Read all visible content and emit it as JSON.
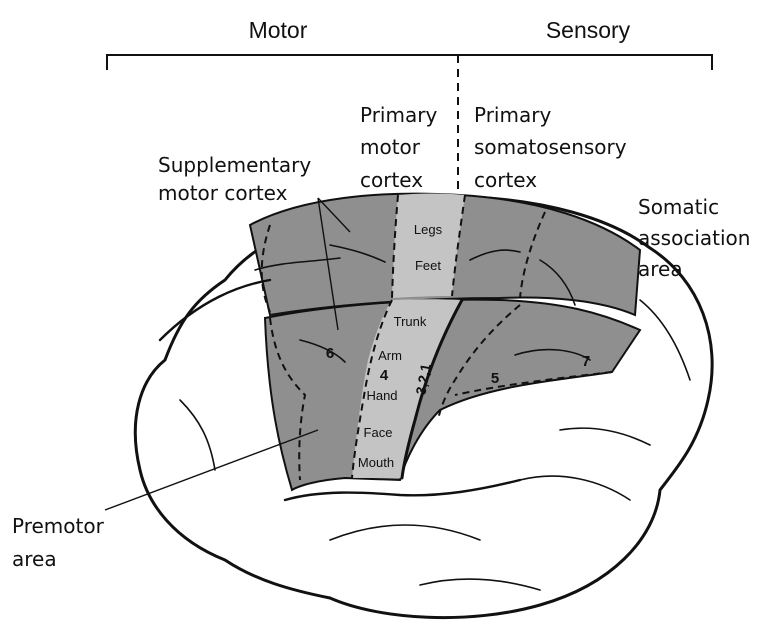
{
  "headers": {
    "motor": "Motor",
    "sensory": "Sensory"
  },
  "labels": {
    "supplementary": [
      "Supplementary",
      "motor cortex"
    ],
    "primary_motor": [
      "Primary",
      "motor",
      "cortex"
    ],
    "primary_somatosensory": [
      "Primary",
      "somatosensory",
      "cortex"
    ],
    "somatic_association": [
      "Somatic",
      "association",
      "area"
    ],
    "premotor": [
      "Premotor",
      "area"
    ]
  },
  "body_regions": {
    "legs": "Legs",
    "feet": "Feet",
    "trunk": "Trunk",
    "arm": "Arm",
    "hand": "Hand",
    "face": "Face",
    "mouth": "Mouth"
  },
  "area_numbers": {
    "area_6": "6",
    "area_4": "4",
    "area_321": "3,2,1",
    "area_5": "5",
    "area_7": "7"
  },
  "colors": {
    "shaded_region": "#8f8f8f",
    "primary_strip": "#c4c4c4",
    "brain_fill": "#ffffff",
    "line": "#111111"
  }
}
